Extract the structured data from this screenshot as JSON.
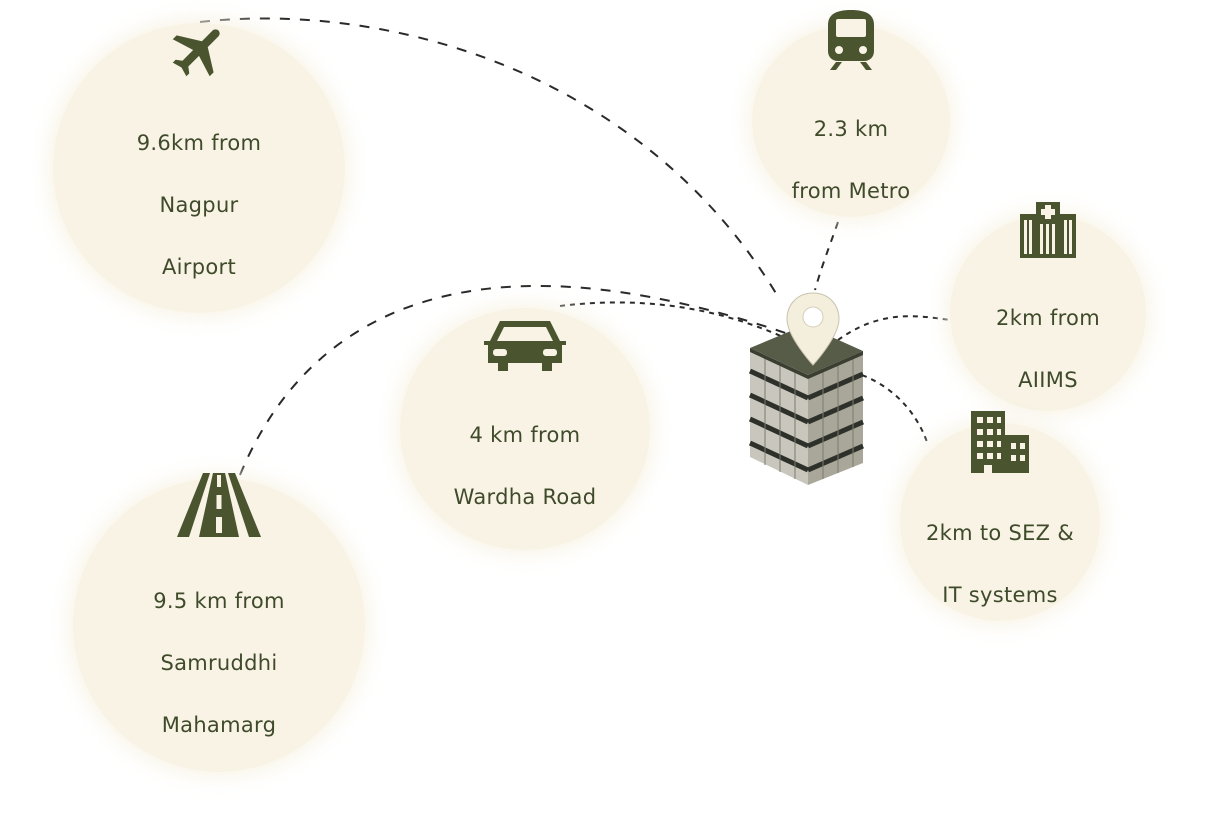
{
  "theme": {
    "circle_fill": "#f8f3e4",
    "icon_color": "#4a5530",
    "text_color": "#3f4a2b",
    "line_color": "#2a2a2a"
  },
  "center": {
    "icon": "location-pin-icon",
    "building_icon": "office-building-icon"
  },
  "locations": [
    {
      "key": "airport",
      "icon": "airplane-icon",
      "lines": [
        "9.6km from",
        "Nagpur",
        "Airport"
      ]
    },
    {
      "key": "metro",
      "icon": "metro-train-icon",
      "lines": [
        "2.3 km",
        "from Metro"
      ]
    },
    {
      "key": "aiims",
      "icon": "hospital-icon",
      "lines": [
        "2km from",
        "AIIMS"
      ]
    },
    {
      "key": "wardha",
      "icon": "car-icon",
      "lines": [
        "4 km from",
        "Wardha Road"
      ]
    },
    {
      "key": "sez",
      "icon": "office-towers-icon",
      "lines": [
        "2km to SEZ &",
        "IT systems"
      ]
    },
    {
      "key": "samruddhi",
      "icon": "highway-icon",
      "lines": [
        "9.5 km from",
        "Samruddhi",
        "Mahamarg"
      ]
    }
  ]
}
